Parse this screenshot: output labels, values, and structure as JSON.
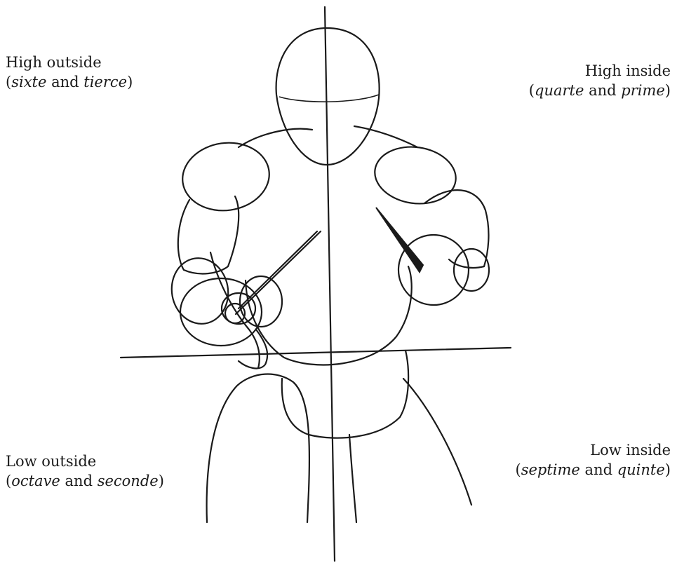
{
  "quadrants": {
    "high_outside": {
      "title": "High outside",
      "open": "(",
      "term1": "sixte",
      "and": " and ",
      "term2": "tierce",
      "close": ")"
    },
    "high_inside": {
      "title": "High inside",
      "open": "(",
      "term1": "quarte",
      "and": " and ",
      "term2": "prime",
      "close": ")"
    },
    "low_outside": {
      "title": "Low outside",
      "open": "(",
      "term1": "octave",
      "and": " and ",
      "term2": "seconde",
      "close": ")"
    },
    "low_inside": {
      "title": "Low inside",
      "open": "(",
      "term1": "septime",
      "and": " and ",
      "term2": "quinte",
      "close": ")"
    }
  },
  "colors": {
    "ink": "#1a1a1a",
    "background": "#ffffff"
  }
}
